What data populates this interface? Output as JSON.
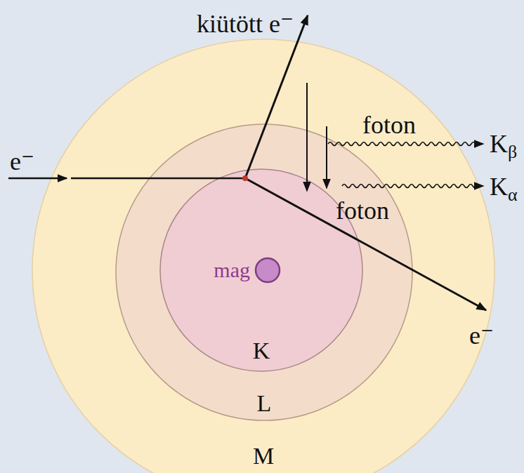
{
  "diagram": {
    "nodes": [
      {
        "text": [
          "M"
        ]
      },
      {
        "text": [
          "L"
        ],
        "in": 0
      },
      {
        "text": [
          "K"
        ],
        "in": 1
      },
      {
        "text": [
          "mag"
        ],
        "in": 2
      }
    ],
    "labels": [
      "kiütött e⁻",
      "foton",
      "Kβ",
      "e⁻",
      "Kα",
      "foton",
      "e⁻"
    ]
  }
}
